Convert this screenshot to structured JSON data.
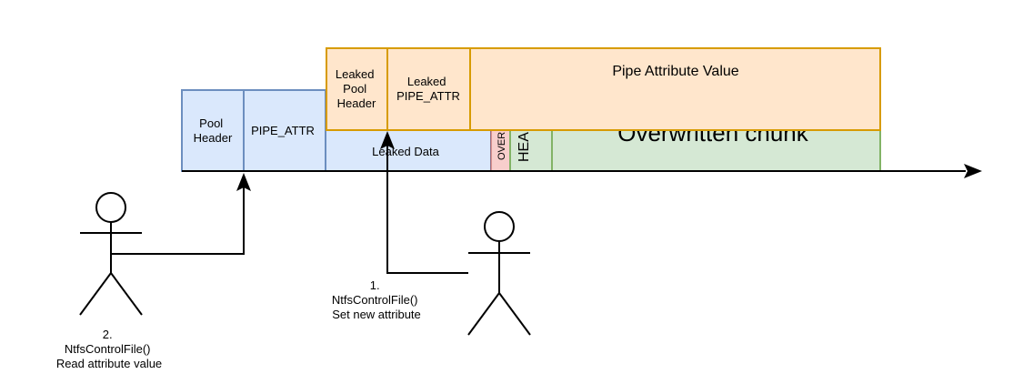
{
  "colors": {
    "blue_fill": "#dae8fc",
    "blue_stroke": "#6c8ebf",
    "orange_fill": "#ffe6cc",
    "orange_stroke": "#d79b00",
    "green_fill": "#d5e8d4",
    "green_stroke": "#82b366",
    "red_fill": "#f8cecc",
    "red_stroke": "#b85450",
    "line": "#000000"
  },
  "blocks": {
    "pool_header": [
      "Pool",
      "Header"
    ],
    "pipe_attr": "PIPE_ATTR",
    "leaked_data": "Leaked Data",
    "over": "OVER",
    "hea": "HEA",
    "overwritten_chunk": "Overwritten chunk"
  },
  "overlay": {
    "leaked_pool_header": [
      "Leaked",
      "Pool",
      "Header"
    ],
    "leaked_pipe_attr": [
      "Leaked",
      "PIPE_ATTR"
    ],
    "pipe_attribute_value": "Pipe Attribute Value"
  },
  "actors": {
    "reader": {
      "label": [
        "2.",
        "NtfsControlFile()",
        "Read attribute value"
      ]
    },
    "writer": {
      "label": [
        "1.",
        "NtfsControlFile()",
        "Set new attribute"
      ]
    }
  }
}
